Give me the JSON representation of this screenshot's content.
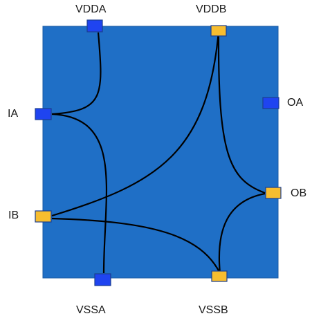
{
  "colors": {
    "block_fill": "#1f6fc6",
    "block_edge": "#1a5aa3",
    "pin_blue": "#1f44f0",
    "pin_yellow": "#f7bd2f",
    "pin_edge": "#1b3e8f",
    "wire": "#000000"
  },
  "pins": {
    "vdda": "VDDA",
    "vddb": "VDDB",
    "ia": "IA",
    "oa": "OA",
    "ib": "IB",
    "ob": "OB",
    "vssa": "VSSA",
    "vssb": "VSSB"
  }
}
